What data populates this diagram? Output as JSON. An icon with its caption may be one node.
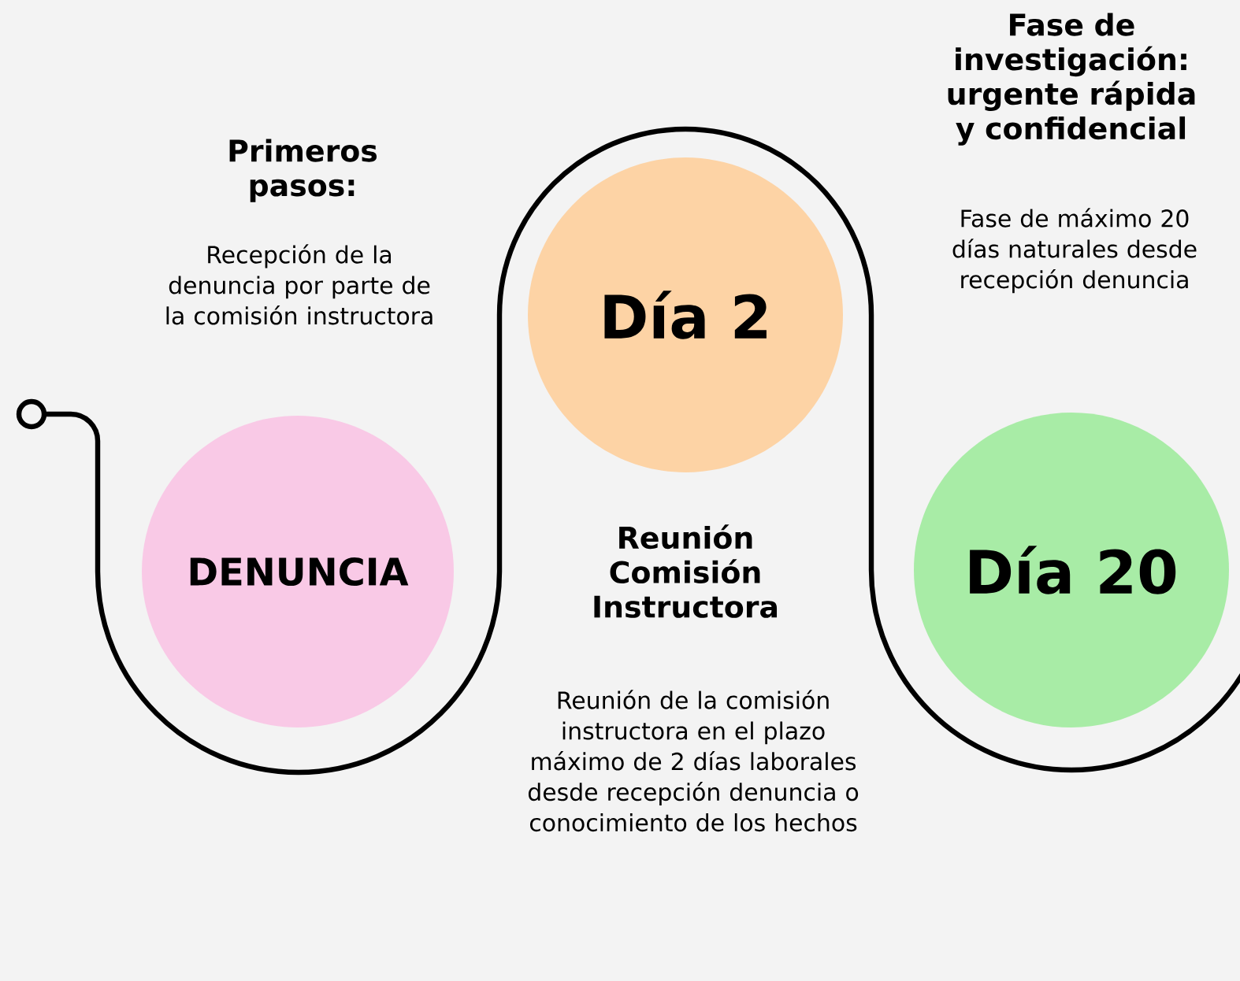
{
  "diagram": {
    "nodes": [
      {
        "text": [
          "DENUNCIA"
        ],
        "beside": [
          "Primeros pasos:",
          "Recepción de la denuncia por parte de la comisión instructora"
        ]
      },
      {
        "text": [
          "Día 2"
        ],
        "beside": [
          "Reunión Comisión Instructora",
          "Reunión de la comisión instructora en el plazo máximo de 2 días laborales desde recepción denuncia o conocimiento de  los hechos"
        ]
      },
      {
        "text": [
          "Día 20"
        ],
        "beside": [
          "Fase  de investigación: urgente rápida y confidencial",
          "Fase de máximo 20 días naturales desde recepción denuncia"
        ]
      }
    ]
  }
}
